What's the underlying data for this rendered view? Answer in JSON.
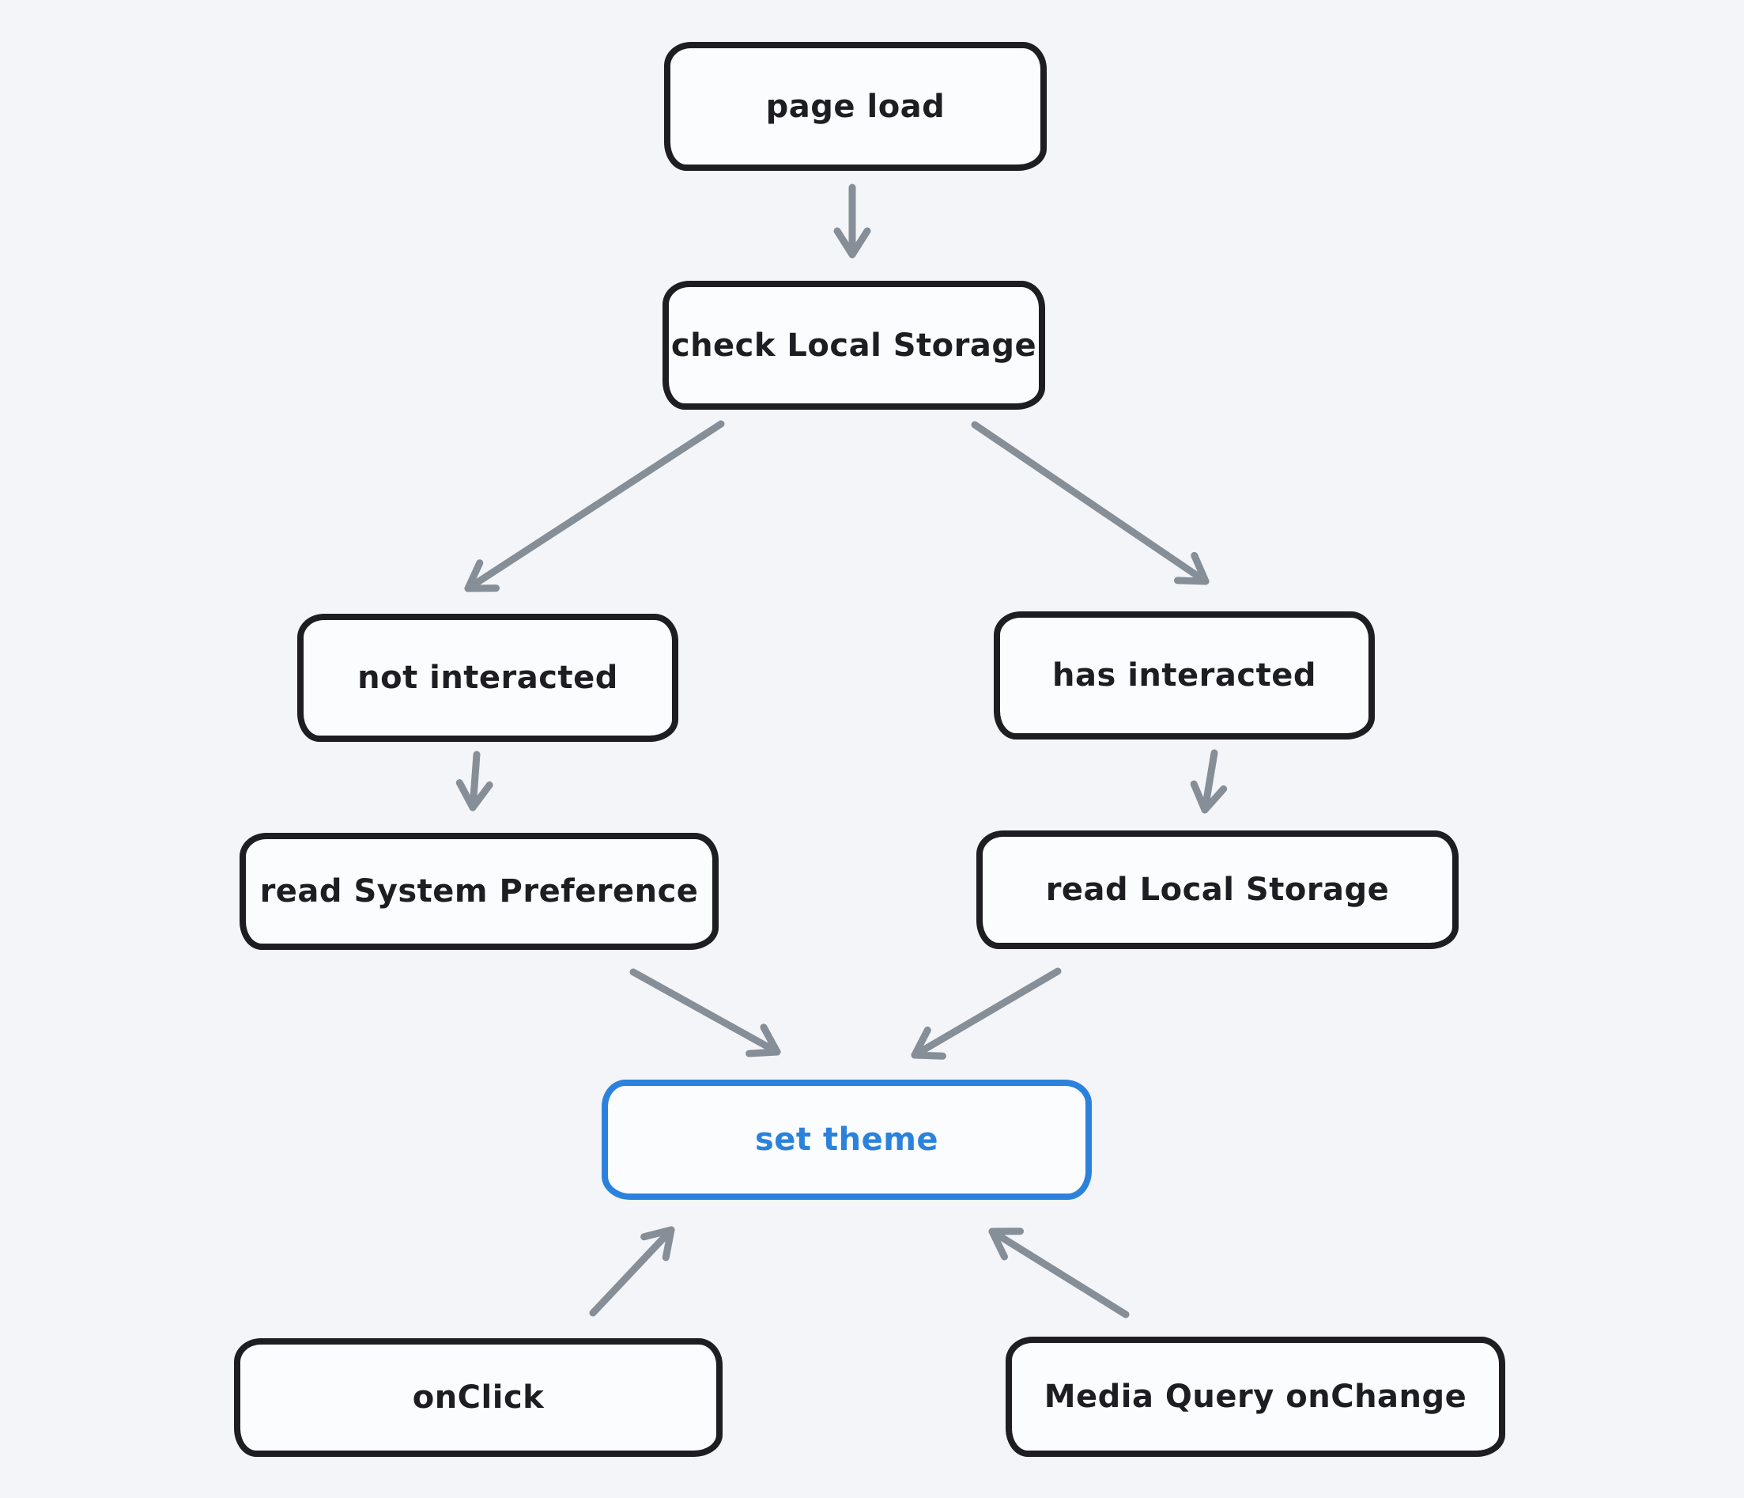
{
  "canvas": {
    "background_color": "#f4f5f8",
    "node_stroke_color": "#1d1d22",
    "node_fill_color": "#fbfcfd",
    "accent_color": "#2b82dc",
    "arrow_color": "#868e98"
  },
  "nodes": {
    "page_load": {
      "label": "page load"
    },
    "check_local_storage": {
      "label": "check Local Storage"
    },
    "not_interacted": {
      "label": "not interacted"
    },
    "has_interacted": {
      "label": "has interacted"
    },
    "read_system_preference": {
      "label": "read System Preference"
    },
    "read_local_storage": {
      "label": "read Local Storage"
    },
    "set_theme": {
      "label": "set theme"
    },
    "on_click": {
      "label": "onClick"
    },
    "media_query_onchange": {
      "label": "Media Query onChange"
    }
  },
  "edges": [
    {
      "from": "page load",
      "to": "check Local Storage"
    },
    {
      "from": "check Local Storage",
      "to": "not interacted"
    },
    {
      "from": "check Local Storage",
      "to": "has interacted"
    },
    {
      "from": "not interacted",
      "to": "read System Preference"
    },
    {
      "from": "has interacted",
      "to": "read Local Storage"
    },
    {
      "from": "read System Preference",
      "to": "set theme"
    },
    {
      "from": "read Local Storage",
      "to": "set theme"
    },
    {
      "from": "onClick",
      "to": "set theme"
    },
    {
      "from": "Media Query onChange",
      "to": "set theme"
    }
  ]
}
